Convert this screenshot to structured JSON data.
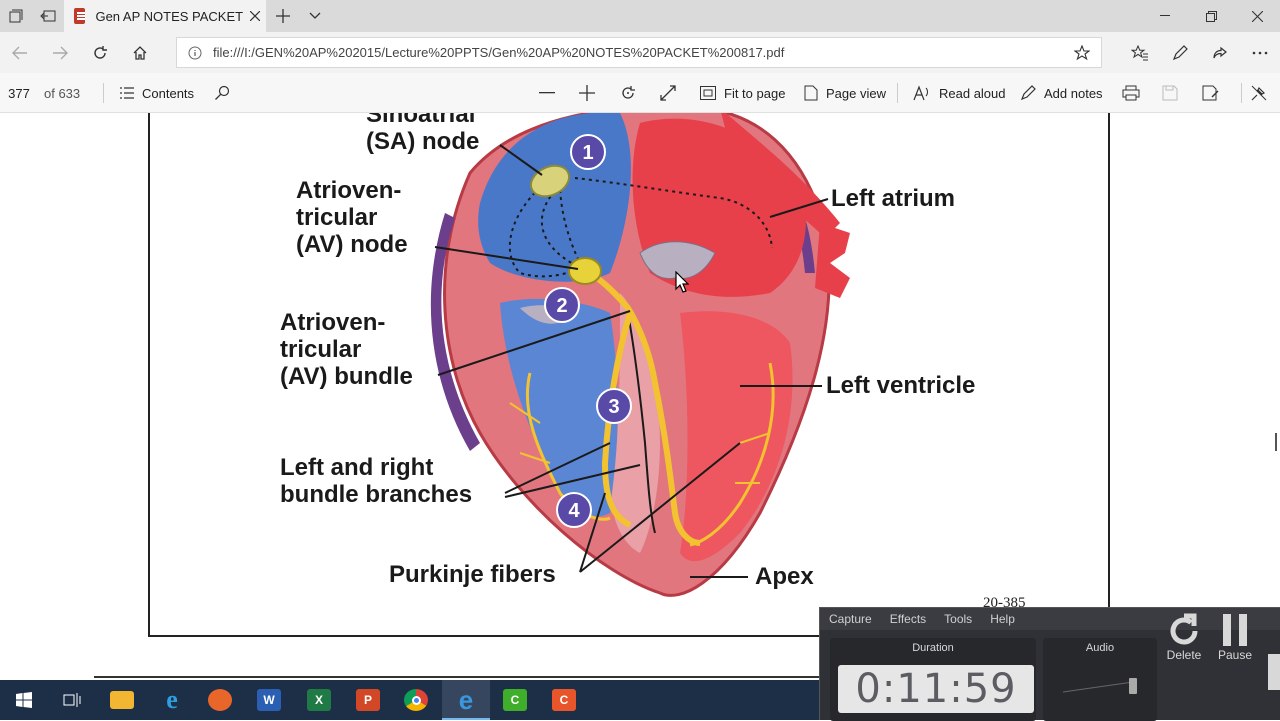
{
  "browser": {
    "tab_title": "Gen AP NOTES PACKET",
    "url": "file:///I:/GEN%20AP%202015/Lecture%20PPTS/Gen%20AP%20NOTES%20PACKET%200817.pdf"
  },
  "pdf_toolbar": {
    "page_number": "377",
    "page_total": "of 633",
    "contents_label": "Contents",
    "fit_to_page_label": "Fit to page",
    "page_view_label": "Page view",
    "read_aloud_label": "Read aloud",
    "add_notes_label": "Add notes"
  },
  "diagram": {
    "labels": {
      "sa_node": [
        "Sinoatrial",
        "(SA) node"
      ],
      "av_node": [
        "Atrioven-",
        "tricular",
        "(AV) node"
      ],
      "av_bundle": [
        "Atrioven-",
        "tricular",
        "(AV) bundle"
      ],
      "bundle_branches": [
        "Left and right",
        "bundle branches"
      ],
      "purkinje": "Purkinje fibers",
      "left_atrium": "Left atrium",
      "left_ventricle": "Left ventricle",
      "apex": "Apex"
    },
    "step_markers": [
      "1",
      "2",
      "3",
      "4"
    ],
    "figure_number": "20-385"
  },
  "recorder": {
    "menu": [
      "Capture",
      "Effects",
      "Tools",
      "Help"
    ],
    "duration_title": "Duration",
    "duration_value": "0:11:59",
    "audio_title": "Audio",
    "delete_label": "Delete",
    "pause_label": "Pause"
  },
  "colors": {
    "tabstrip": "#dadada",
    "taskbar": "#1d2f47",
    "heart_red": "#e8404a",
    "heart_blue": "#4a78c8",
    "conduction_yellow": "#f2c230",
    "marker_purple": "#5a4aa8"
  }
}
